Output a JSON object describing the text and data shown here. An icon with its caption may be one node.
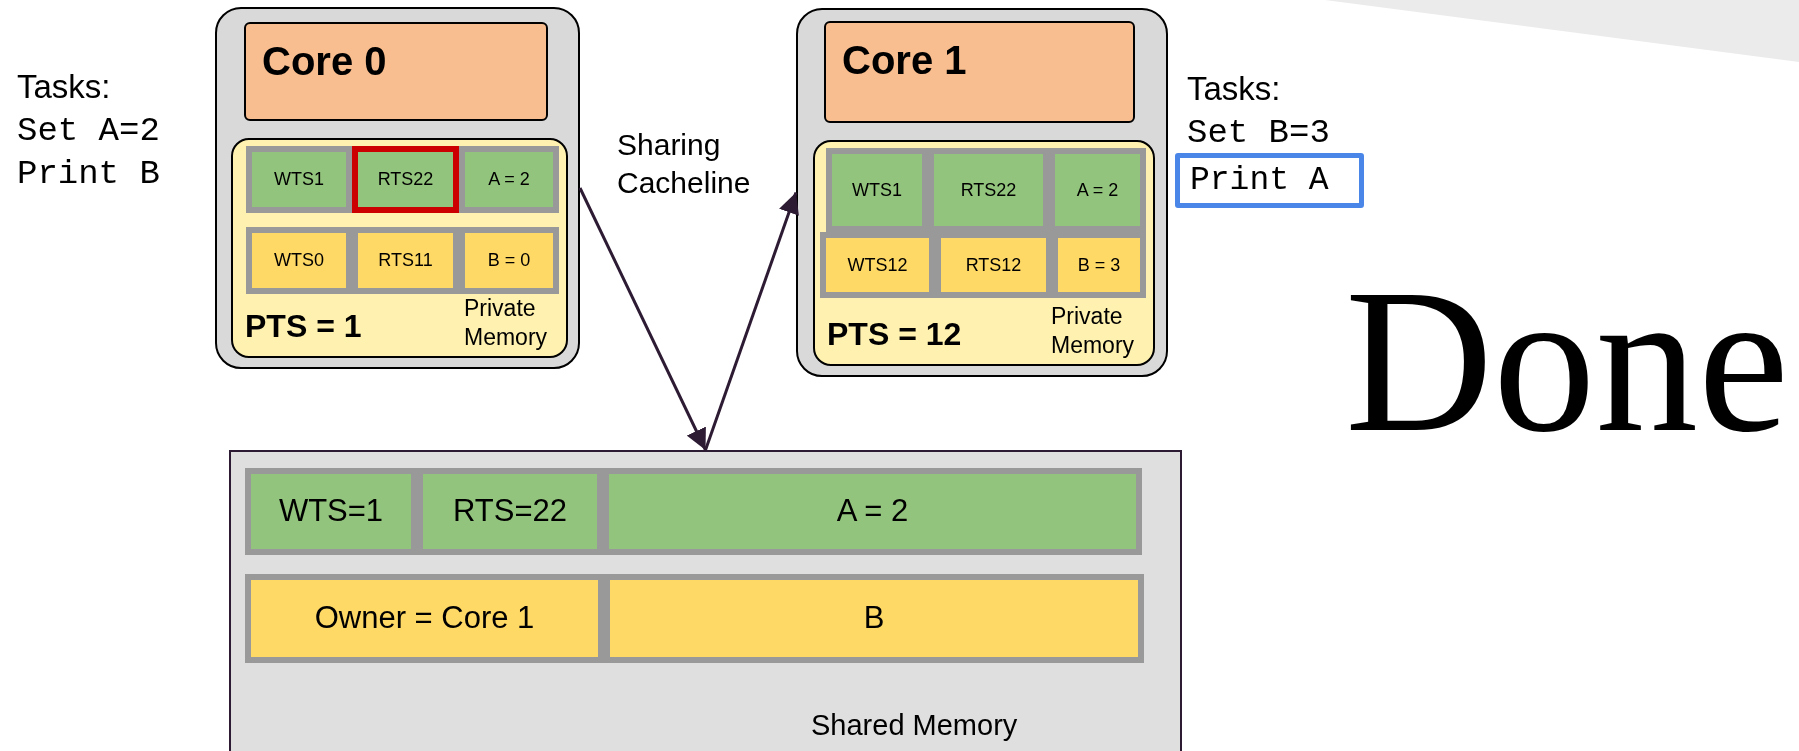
{
  "diagram": {
    "nodes": [
      {
        "text": [],
        "shape": "box"
      },
      {
        "text": [
          "Core 0"
        ],
        "in": 0
      },
      {
        "text": [
          "PTS = 1",
          "Private Memory"
        ],
        "in": 0
      },
      {
        "text": [
          "WTS1"
        ],
        "in": 2
      },
      {
        "text": [
          "RTS22"
        ],
        "in": 2
      },
      {
        "text": [
          "A = 2"
        ],
        "in": 2
      },
      {
        "text": [
          "WTS0"
        ],
        "in": 2
      },
      {
        "text": [
          "RTS11"
        ],
        "in": 2
      },
      {
        "text": [
          "B = 0"
        ],
        "in": 2
      },
      {
        "text": [],
        "shape": "box"
      },
      {
        "text": [
          "Core 1"
        ],
        "in": 9
      },
      {
        "text": [
          "PTS = 12",
          "Private Memory"
        ],
        "in": 9
      },
      {
        "text": [
          "WTS1"
        ],
        "in": 11
      },
      {
        "text": [
          "RTS22"
        ],
        "in": 11
      },
      {
        "text": [
          "A = 2"
        ],
        "in": 11
      },
      {
        "text": [
          "WTS12"
        ],
        "in": 11
      },
      {
        "text": [
          "RTS12"
        ],
        "in": 11
      },
      {
        "text": [
          "B = 3"
        ],
        "in": 11
      },
      {
        "text": [
          "Shared Memory"
        ]
      },
      {
        "text": [
          "WTS=1"
        ],
        "in": 18
      },
      {
        "text": [
          "RTS=22"
        ],
        "in": 18
      },
      {
        "text": [
          "A = 2"
        ],
        "in": 18
      },
      {
        "text": [
          "Owner = Core 1"
        ],
        "in": 18
      },
      {
        "text": [
          "B"
        ],
        "in": 18
      },
      {
        "text": [
          "Print A"
        ]
      }
    ],
    "edges": [
      {
        "from": 0,
        "to": 18,
        "arrow": "to"
      },
      {
        "from": 18,
        "to": 9,
        "arrow": "to"
      }
    ],
    "labels": [
      "Tasks:",
      "Set A=2",
      "Print B",
      "Sharing Cacheline",
      "Tasks:",
      "Set B=3",
      "Done"
    ]
  }
}
